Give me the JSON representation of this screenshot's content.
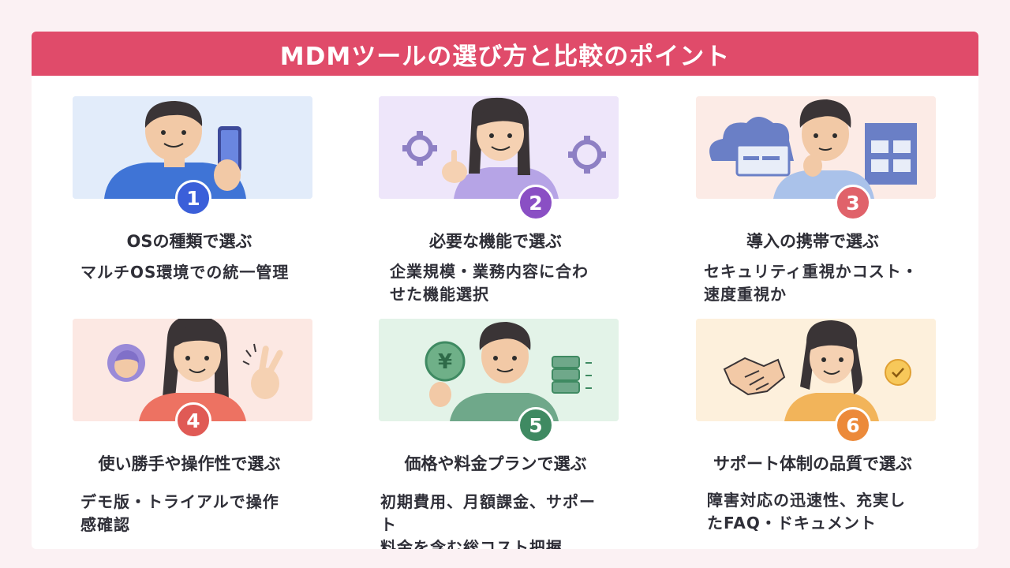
{
  "title": "MDMツールの選び方と比較のポイント",
  "cards": [
    {
      "number": "1",
      "title": "OSの種類で選ぶ",
      "desc": [
        "マルチOS環境での統一管理"
      ],
      "color": "#3b5fd9",
      "bg": "#e2ecfa"
    },
    {
      "number": "2",
      "title": "必要な機能で選ぶ",
      "desc": [
        "企業規模・業務内容に合わ",
        "せた機能選択"
      ],
      "color": "#8a4fc4",
      "bg": "#eee6fa"
    },
    {
      "number": "3",
      "title": "導入の携帯で選ぶ",
      "desc": [
        "セキュリティ重視かコスト・",
        "速度重視か"
      ],
      "color": "#e0626a",
      "bg": "#fcebe6"
    },
    {
      "number": "4",
      "title": "使い勝手や操作性で選ぶ",
      "desc": [
        "デモ版・トライアルで操作",
        "感確認"
      ],
      "color": "#e05a55",
      "bg": "#fce8e3"
    },
    {
      "number": "5",
      "title": "価格や料金プランで選ぶ",
      "desc": [
        "初期費用、月額課金、サポート",
        "料金を含む総コスト把握"
      ],
      "color": "#3f8a62",
      "bg": "#e3f3e8"
    },
    {
      "number": "6",
      "title": "サポート体制の品質で選ぶ",
      "desc": [
        "障害対応の迅速性、充実し",
        "たFAQ・ドキュメント"
      ],
      "color": "#ec8a3a",
      "bg": "#fdf0dc"
    }
  ]
}
